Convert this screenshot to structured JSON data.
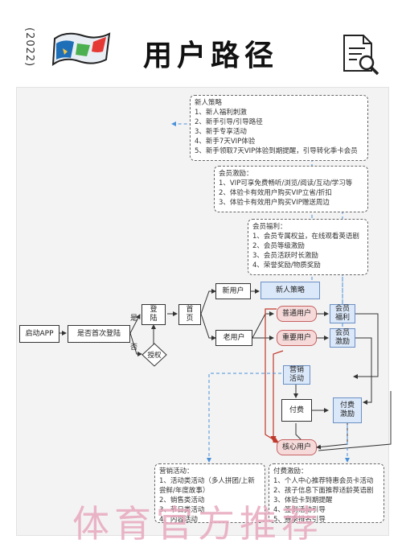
{
  "header": {
    "year": "(2022)",
    "title": "用户路径"
  },
  "notes": {
    "newbie": {
      "title": "新人策略",
      "items": [
        "1、新人福利刺激",
        "2、新手引导/引导路径",
        "3、新手专享活动",
        "4、新手7天VIP体验",
        "5、新手领取7天VIP体验到期提醒，引导转化季卡会员"
      ]
    },
    "member_incentive": {
      "title": "会员激励：",
      "items": [
        "1、VIP可享免费畅听/浏览/阅读/互动/学习等",
        "2、体验卡有效用户购买VIP立省/折扣",
        "3、体验卡有效用户购买VIP赠送周边"
      ]
    },
    "member_welfare": {
      "title": "会员福利：",
      "items": [
        "1、会员专属权益，在线观看英语剧",
        "2、会员等级激励",
        "3、会员活跃时长激励",
        "4、荣誉奖励/物质奖励"
      ]
    },
    "marketing": {
      "title": "营销活动：",
      "items": [
        "1、活动类活动（多人拼团/上新尝鲜/年度故事）",
        "2、销售类活动",
        "3、节日类活动",
        "4、内容活动"
      ]
    },
    "paid_incentive": {
      "title": "付费激励：",
      "items": [
        "1、个人中心推荐特惠会员卡活动",
        "2、孩子信息下面推荐适龄英语剧",
        "3、体验卡到期提醒",
        "4、签到活动引导",
        "5、赛季排名引导"
      ]
    }
  },
  "nodes": {
    "launch": "启动APP",
    "first_login": "是否首次登陆",
    "yes": "是",
    "no": "否",
    "login": "登\n陆",
    "authorize": "授权",
    "home": "首\n页",
    "new_user": "新用户",
    "new_strategy": "新人策略",
    "old_user": "老用户",
    "normal_user": "普通用户",
    "important_user": "重要用户",
    "member_welfare": "会员\n福利",
    "member_incentive": "会员\n激励",
    "marketing": "营销\n活动",
    "pay": "付费",
    "paid_incentive": "付费\n激励",
    "core_user": "核心用户"
  },
  "watermark": "体育官方推荐",
  "colors": {
    "blue_fill": "#dbe8f9",
    "red_fill": "#f6dada",
    "red_line": "#c0392b",
    "blue_line": "#4a90d9"
  }
}
